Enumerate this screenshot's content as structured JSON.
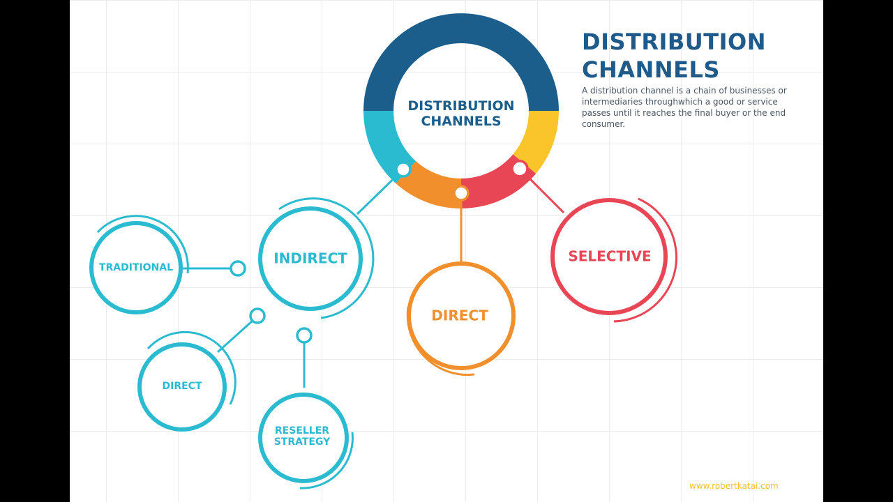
{
  "title": "DISTRIBUTION CHANNELS",
  "description": "A distribution channel is a chain of businesses or intermediaries throughwhich a good or service passes until it reaches the final buyer or the end consumer.",
  "center_label": [
    "DISTRIBUTION",
    "CHANNELS"
  ],
  "nodes": {
    "indirect": "INDIRECT",
    "direct_main": "DIRECT",
    "selective": "SELECTIVE",
    "traditional": "TRADITIONAL",
    "direct_sub": "DIRECT",
    "reseller": [
      "RESELLER",
      "STRATEGY"
    ]
  },
  "footer": "www.robertkatai.com",
  "colors": {
    "blue": "#1b5e8c",
    "cyan": "#2bbbd0",
    "yellow": "#f9c52b",
    "red": "#e84655",
    "orange": "#f08f2c"
  }
}
